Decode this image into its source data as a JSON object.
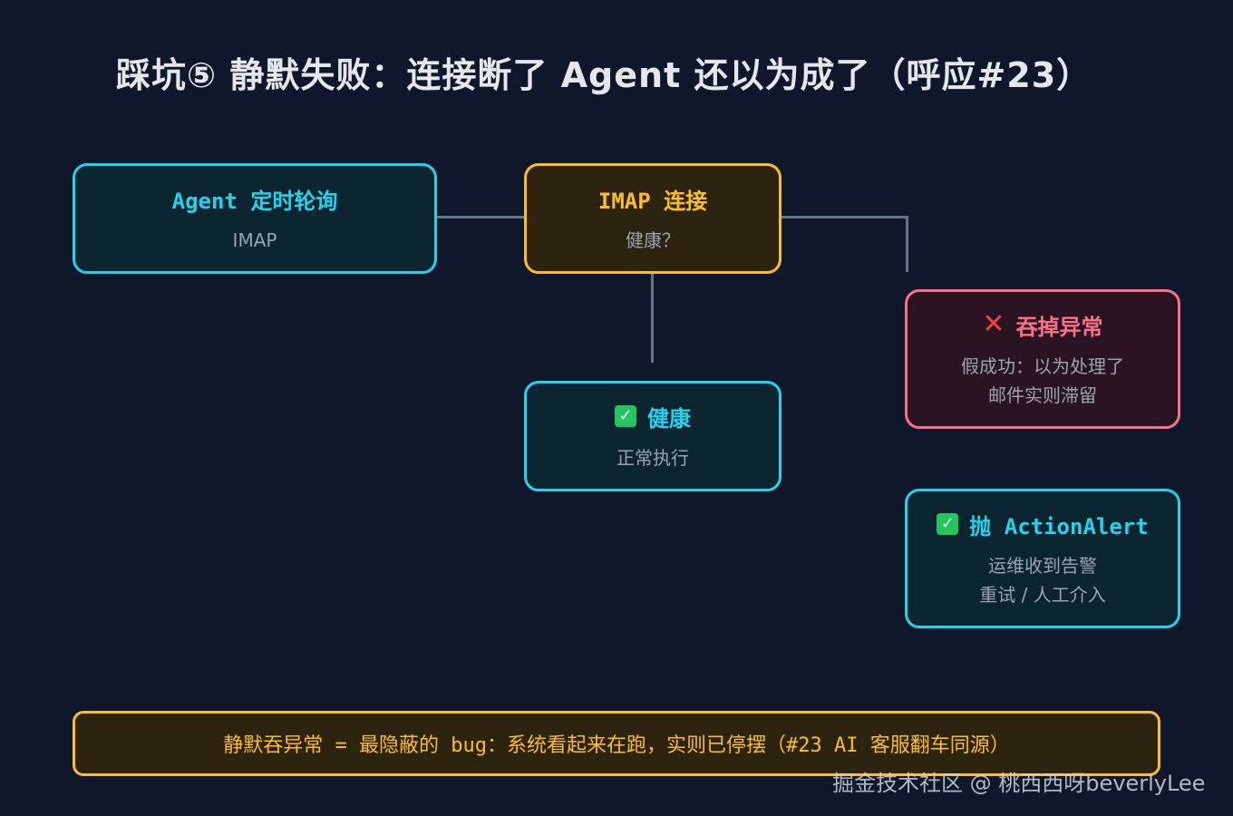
{
  "title": "踩坑⑤ 静默失败：连接断了 Agent 还以为成了（呼应#23）",
  "nodes": {
    "agent": {
      "title": "Agent 定时轮询",
      "subtitle": "IMAP"
    },
    "imap": {
      "title": "IMAP 连接",
      "subtitle": "健康？"
    },
    "healthy": {
      "title": "健康",
      "subtitle": "正常执行"
    },
    "swallow": {
      "title": "吞掉异常",
      "line1": "假成功：以为处理了",
      "line2": "邮件实则滞留"
    },
    "alert": {
      "title": "抛 ActionAlert",
      "line1": "运维收到告警",
      "line2": "重试 / 人工介入"
    }
  },
  "banner": "静默吞异常 = 最隐蔽的 bug：系统看起来在跑，实则已停摆（#23 AI 客服翻车同源）",
  "watermark": "掘金技术社区 @ 桃西西呀beverlyLee",
  "colors": {
    "background": "#0f172a",
    "cyan": "#22d3ee",
    "amber": "#fbbf24",
    "red": "#f87188",
    "connector": "#64748b"
  },
  "icons": {
    "healthy": "check-icon",
    "swallow": "cross-icon",
    "alert": "check-icon"
  }
}
